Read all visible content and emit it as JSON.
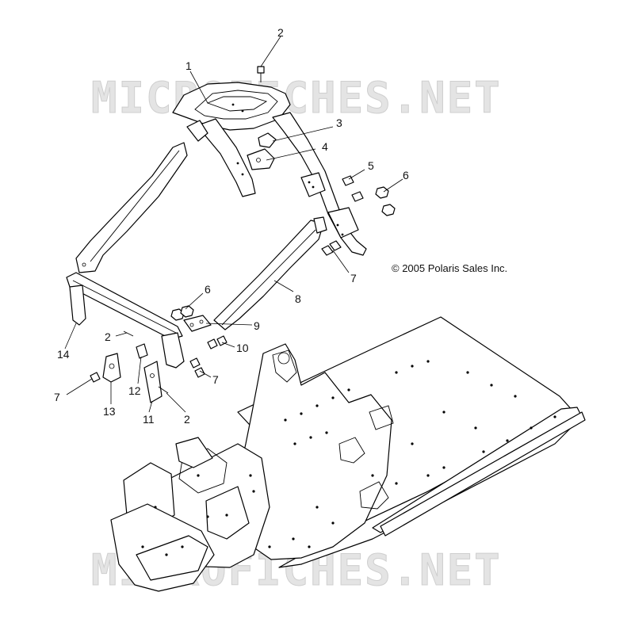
{
  "watermark": {
    "top_text": "MICROFICHES.NET",
    "bottom_text": "MICROFICHES.NET",
    "color": "#e4e4e4"
  },
  "copyright": "© 2005 Polaris Sales Inc.",
  "callouts": [
    {
      "id": "c1",
      "label": "1"
    },
    {
      "id": "c2a",
      "label": "2"
    },
    {
      "id": "c3",
      "label": "3"
    },
    {
      "id": "c4",
      "label": "4"
    },
    {
      "id": "c5",
      "label": "5"
    },
    {
      "id": "c6a",
      "label": "6"
    },
    {
      "id": "c7a",
      "label": "7"
    },
    {
      "id": "c8",
      "label": "8"
    },
    {
      "id": "c6b",
      "label": "6"
    },
    {
      "id": "c9",
      "label": "9"
    },
    {
      "id": "c10",
      "label": "10"
    },
    {
      "id": "c2b",
      "label": "2"
    },
    {
      "id": "c14",
      "label": "14"
    },
    {
      "id": "c7b",
      "label": "7"
    },
    {
      "id": "c12",
      "label": "12"
    },
    {
      "id": "c7c",
      "label": "7"
    },
    {
      "id": "c13",
      "label": "13"
    },
    {
      "id": "c11",
      "label": "11"
    },
    {
      "id": "c2c",
      "label": "2"
    }
  ]
}
